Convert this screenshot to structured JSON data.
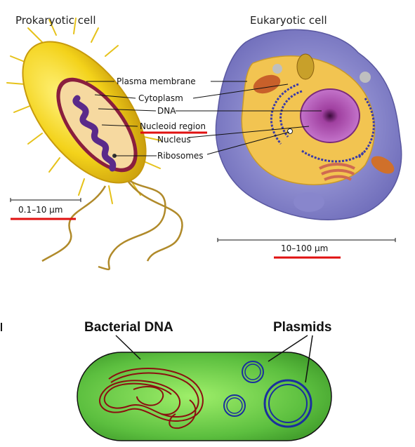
{
  "top": {
    "prokaryote": {
      "title": "Prokaryotic cell",
      "scale": "0.1–10 µm"
    },
    "eukaryote": {
      "title": "Eukaryotic cell",
      "scale": "10–100 µm"
    },
    "labels": {
      "plasma_membrane": "Plasma membrane",
      "cytoplasm": "Cytoplasm",
      "dna": "DNA",
      "nucleoid_region": "Nucleoid region",
      "nucleus": "Nucleus",
      "ribosomes": "Ribosomes"
    }
  },
  "bottom": {
    "bacterial_dna": "Bacterial DNA",
    "plasmids": "Plasmids"
  },
  "colors": {
    "underline": "#e01010",
    "cell_green": "#5cbf3f",
    "dna_red": "#8b1010",
    "plasmid_blue": "#1a2f9e",
    "bacterium_yellow": "#f2d21a",
    "eukaryote_purple": "#8a88cc"
  }
}
